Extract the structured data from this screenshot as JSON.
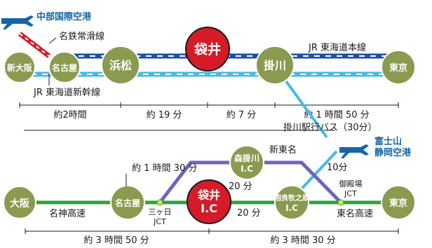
{
  "colors": {
    "olive": "#8a9a4e",
    "red": "#d51b27",
    "navy": "#1d4fa3",
    "light_blue": "#48b9e8",
    "green": "#2ea43c",
    "purple": "#6a66c1",
    "plane": "#1565a8"
  },
  "icons": [
    "airplane-icon",
    "airplane-icon"
  ],
  "rail": {
    "airport_label": "中部国際空港",
    "meitetsu_label": "名鉄常滑線",
    "jr_tokaido_label": "JR 東海道本線",
    "shinkansen_label": "JR 東海道新幹線",
    "stations": {
      "shin_osaka": "新大阪",
      "nagoya": "名古屋",
      "hamamatsu": "浜松",
      "fukuroi": "袋井",
      "kakegawa": "掛川",
      "tokyo": "東京"
    },
    "times": {
      "shin_osaka_hamamatsu": "約2時間",
      "hamamatsu_fukuroi": "約 19 分",
      "fukuroi_kakegawa": "約 7 分",
      "kakegawa_tokyo": "約 1 時間 50 分"
    }
  },
  "bus": {
    "label": "掛川駅行バス（30分）",
    "fuji_airport_line1": "富士山",
    "fuji_airport_line2": "静岡空港",
    "time": "10分"
  },
  "road": {
    "stations": {
      "osaka": "大阪",
      "nagoya": "名古屋",
      "fukuroi_ic_line1": "袋井",
      "fukuroi_ic_line2": "I.C",
      "kakegawa_ic_line1": "森掛川",
      "kakegawa_ic_line2": "I.C",
      "sagara_ic_line1": "相良牧之原",
      "sagara_ic_line2": "I.C",
      "tokyo": "東京"
    },
    "junctions": {
      "mikkabi_line1": "三ヶ日",
      "mikkabi_line2": "JCT",
      "gotenba_line1": "御殿場",
      "gotenba_line2": "JCT"
    },
    "expressways": {
      "meishin": "名神高速",
      "tomei": "東名高速",
      "shin_tomei": "新東名"
    },
    "times": {
      "nagoya_mikkabi": "約 1 時間 30 分",
      "kakegawa_ic_fukuroi": "20 分",
      "fukuroi_sagara": "20 分",
      "osaka_fukuroi": "約 3 時間 50 分",
      "fukuroi_tokyo": "約 3 時間 30 分"
    }
  }
}
